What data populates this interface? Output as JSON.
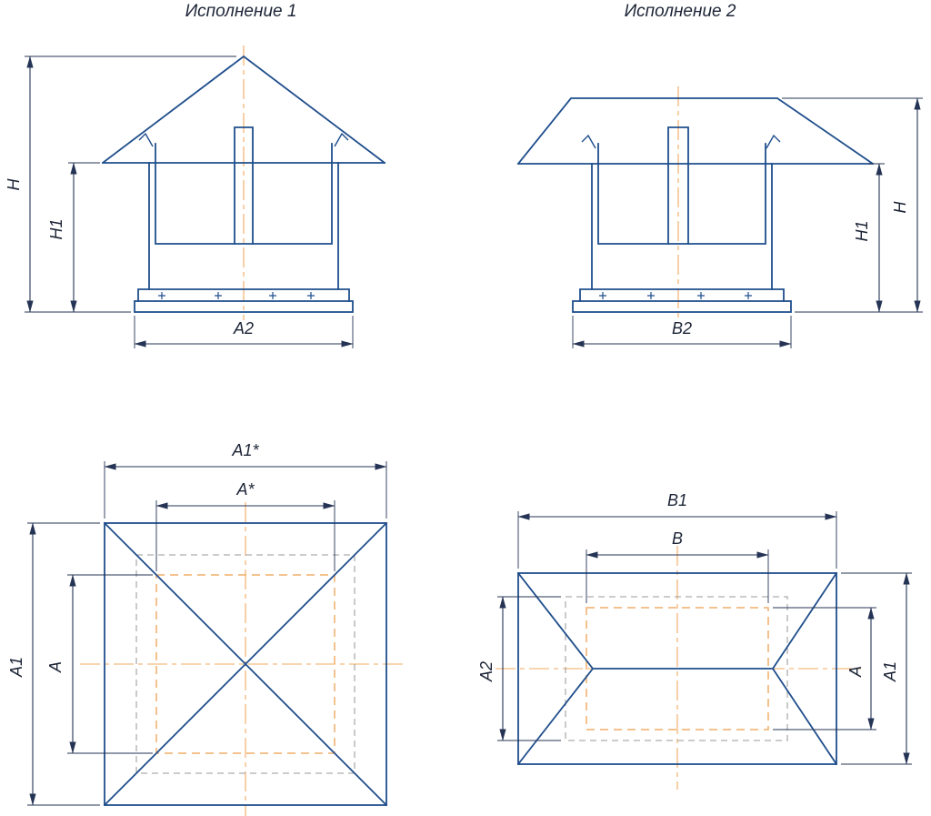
{
  "colors": {
    "outline": "#1f4e8c",
    "dimension": "#253455",
    "centerline": "#f1a85f",
    "hidden_line": "#9a9a9a",
    "background": "#ffffff"
  },
  "titles": {
    "version1": "Исполнение 1",
    "version2": "Исполнение 2"
  },
  "elevation1": {
    "dims": {
      "h": "H",
      "h1": "H1",
      "a2": "A2"
    }
  },
  "elevation2": {
    "dims": {
      "h": "H",
      "h1": "H1",
      "b2": "B2"
    }
  },
  "plan1": {
    "dims": {
      "a1_star": "A1*",
      "a_star": "A*",
      "a1": "A1",
      "a": "A"
    }
  },
  "plan2": {
    "dims": {
      "b1": "B1",
      "b": "B",
      "a2": "A2",
      "a": "A",
      "a1": "A1"
    }
  }
}
